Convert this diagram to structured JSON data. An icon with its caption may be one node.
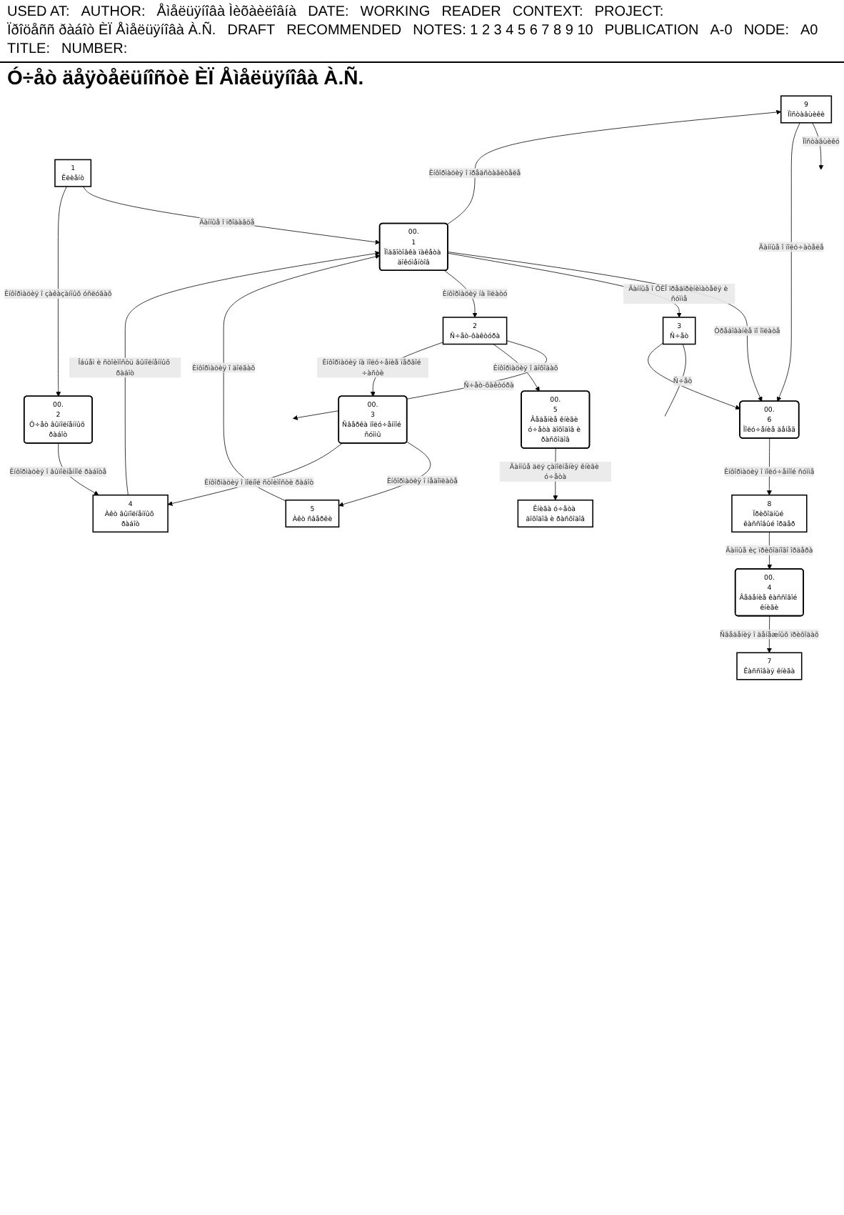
{
  "diagram": {
    "title": "Ó÷åò äåÿòåëüíîñòè ÈÏ Åìåëüÿíîâà À.Ñ.",
    "nodes": [
      {
        "text": [
          "9",
          "Ïîñòàâùèêè"
        ]
      },
      {
        "text": [
          "3",
          "Ñ÷åò"
        ]
      },
      {
        "text": [
          "00.",
          "6",
          "Ïîëó÷åíèå äåíåã"
        ]
      },
      {
        "text": [
          "8",
          "Ïðèõîäíûé êàññîâûé îðäåð"
        ]
      },
      {
        "text": [
          "00.",
          "4",
          "Âåäåíèå êàññîâîé êíèãè"
        ]
      },
      {
        "text": [
          "7",
          "Êàññîâàÿ êíèãà"
        ]
      },
      {
        "text": [
          "00.",
          "1",
          "Ïîäãîòîâêà ïàêåòà äîêóìåíòîâ"
        ]
      },
      {
        "text": [
          "2",
          "Ñ÷åò-ôàêòóðà"
        ]
      },
      {
        "text": [
          "00.",
          "5",
          "Âåäåíèå êíèãè ó÷åòà äîõîäîâ è ðàñõîäîâ"
        ]
      },
      {
        "text": [
          "Êíèãà ó÷åòà äîõîäîâ è ðàñõîäîâ"
        ]
      },
      {
        "text": [
          "1",
          "Êëèåíò"
        ]
      },
      {
        "text": [
          "5",
          "Àêò ñâåðêè"
        ]
      },
      {
        "text": [
          "00.",
          "3",
          "Ñâåðêà ïîëó÷åííîé ñóììû"
        ]
      },
      {
        "text": [
          "4",
          "Àêò âûïîëíåííûõ ðàáîò"
        ]
      },
      {
        "text": [
          "00.",
          "2",
          "Ó÷åò âûïîëíåííûõ ðàáîò"
        ]
      }
    ],
    "edges": [
      {
        "from": 0,
        "to": null,
        "arrow": "to",
        "label": "Ïîñòàâùèêó"
      },
      {
        "from": 1,
        "to": null,
        "arrow": "none",
        "label": "Ñ÷åò"
      },
      {
        "from": 7,
        "to": null,
        "arrow": "to",
        "label": "Ñ÷åò-ôàêòóðà"
      },
      {
        "from": 0,
        "to": 2,
        "arrow": "to",
        "label": "Äàííûå î ïîëó÷àòåëå"
      },
      {
        "from": 1,
        "to": 2,
        "arrow": "to"
      },
      {
        "from": 6,
        "to": 2,
        "arrow": "to",
        "label": "Òðåáîâàíèå ïî îïëàòå"
      },
      {
        "from": 6,
        "to": 1,
        "arrow": "to",
        "label": "Äàííûå î ÔÈÎ ïðåäïðèíèìàòåëÿ è ñóììå"
      },
      {
        "from": 2,
        "to": 3,
        "arrow": "to",
        "label": "Èíôîðìàöèÿ î ïîëó÷åííîé ñóììå"
      },
      {
        "from": 3,
        "to": 4,
        "arrow": "to",
        "label": "Äàííûå èç ïðèõîäíîãî îðäåðà"
      },
      {
        "from": 4,
        "to": 5,
        "arrow": "to",
        "label": "Ñâåäåíèÿ î äåíåæíûõ ïðèõîäàõ"
      },
      {
        "from": 10,
        "to": 6,
        "arrow": "to",
        "label": "Äàííûå î ïðîäàâöå"
      },
      {
        "from": 6,
        "to": 0,
        "arrow": "to",
        "label": "Èíôîðìàöèÿ î ïðåäñòàâèòåëå"
      },
      {
        "from": 6,
        "to": 7,
        "arrow": "to",
        "label": "Èíôîðìàöèÿ íà îïëàòó"
      },
      {
        "from": 7,
        "to": 8,
        "arrow": "to",
        "label": "Èíôîðìàöèÿ î äîõîäàõ"
      },
      {
        "from": 8,
        "to": 9,
        "arrow": "to",
        "label": "Äàííûå äëÿ çàïîëíåíèÿ êíèãè ó÷åòà"
      },
      {
        "from": 7,
        "to": 12,
        "arrow": "to",
        "label": "Èíôîðìàöèÿ íà ïîëó÷åíèå ïåðâîé ÷àñòè"
      },
      {
        "from": 11,
        "to": 6,
        "arrow": "to",
        "label": "Èíôîðìàöèÿ î äîëãàõ"
      },
      {
        "from": 12,
        "to": 11,
        "arrow": "to",
        "label": "Èíôîðìàöèÿ î íåäîïëàòå"
      },
      {
        "from": 12,
        "to": 13,
        "arrow": "to",
        "label": "Èíôîðìàöèÿ î ïîëíîé ñòîèìîñòè ðàáîò"
      },
      {
        "from": 13,
        "to": 6,
        "arrow": "to",
        "label": "Îáúåì è ñòîèìîñòü âûïîëíåííûõ ðàáîò"
      },
      {
        "from": 14,
        "to": 13,
        "arrow": "to",
        "label": "Èíôîðìàöèÿ î âûïîëíåííîé ðàáîòå"
      },
      {
        "from": 10,
        "to": 14,
        "arrow": "to",
        "label": "Èíôîðìàöèÿ î çàêàçàííûõ óñëóãàõ"
      }
    ],
    "labels": [
      "USED AT:",
      "AUTHOR:",
      "Åìåëüÿíîâà Ìèõàèëîâíà",
      "DATE:",
      "WORKING",
      "READER",
      "CONTEXT:",
      "PROJECT:",
      "Ïðîöåññ ðàáîò ÈÏ Åìåëüÿíîâà À.Ñ.",
      "DRAFT",
      "RECOMMENDED",
      "NOTES: 1 2 3 4 5 6 7 8 9 10",
      "PUBLICATION",
      "A-0",
      "NODE:",
      "A0",
      "TITLE:",
      "NUMBER:"
    ]
  }
}
